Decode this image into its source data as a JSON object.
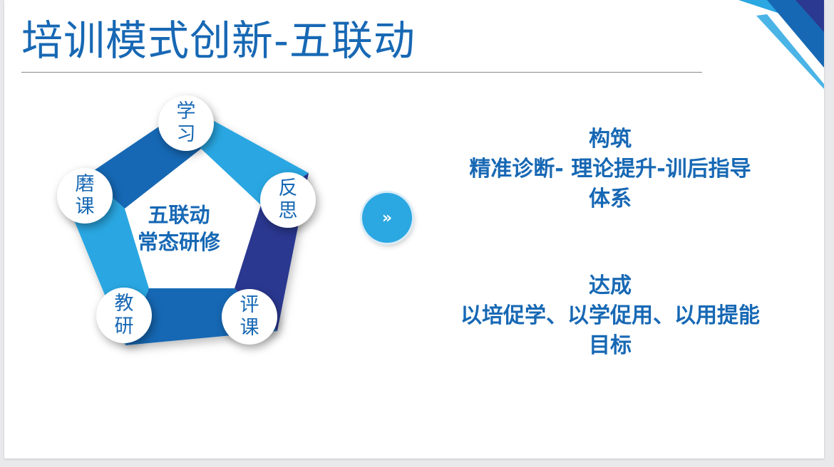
{
  "slide": {
    "title": "培训模式创新-五联动"
  },
  "diagram": {
    "center": {
      "line1": "五联动",
      "line2": "常态研修"
    },
    "nodes": [
      {
        "id": "study",
        "line1": "学",
        "line2": "习"
      },
      {
        "id": "reflect",
        "line1": "反",
        "line2": "思"
      },
      {
        "id": "review",
        "line1": "评",
        "line2": "课"
      },
      {
        "id": "research",
        "line1": "教",
        "line2": "研"
      },
      {
        "id": "polish",
        "line1": "磨",
        "line2": "课"
      }
    ],
    "arrow_glyph": "»"
  },
  "goals": {
    "build": {
      "heading": "构筑",
      "line1": "精准诊断- 理论提升-训后指导",
      "line2": "体系"
    },
    "achieve": {
      "heading": "达成",
      "line1": "以培促学、以学促用、以用提能",
      "line2": "目标"
    }
  },
  "colors": {
    "title": "#1768b4",
    "light_blue": "#2ba7e2",
    "mid_blue": "#1768b4",
    "dark_blue": "#2b3990"
  }
}
